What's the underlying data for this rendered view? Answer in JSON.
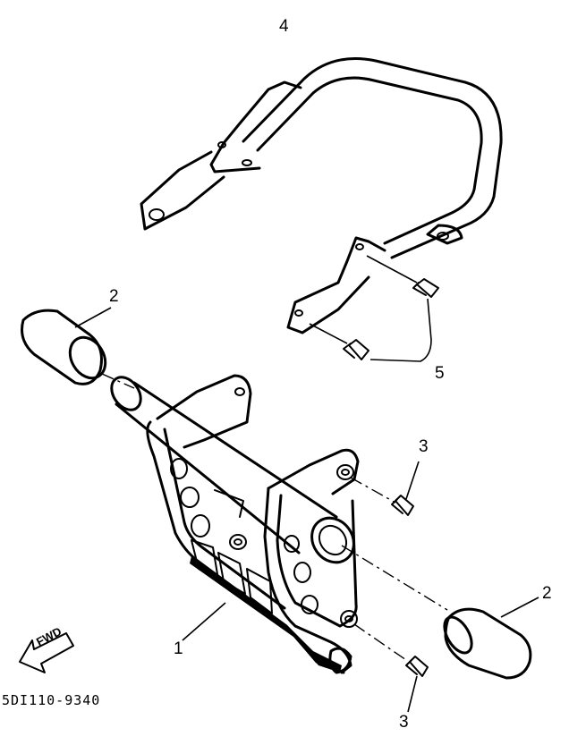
{
  "callouts": {
    "part_1": "1",
    "part_2_left": "2",
    "part_2_right": "2",
    "part_3_upper": "3",
    "part_3_lower": "3",
    "part_4": "4",
    "part_5": "5"
  },
  "fwd_label": "FWD",
  "diagram_code": "5DI110-9340"
}
